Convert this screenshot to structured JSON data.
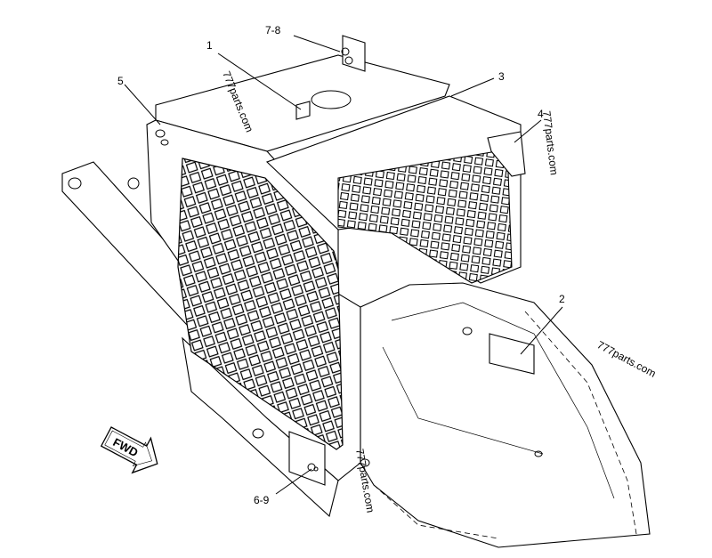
{
  "callouts": {
    "c1": "1",
    "c2": "2",
    "c3": "3",
    "c4": "4",
    "c5": "5",
    "c6_9": "6-9",
    "c7_8": "7-8"
  },
  "fwd_label": "FWD",
  "watermarks": {
    "w1": "777parts.com",
    "w2": "777parts.com",
    "w3": "777parts.com",
    "w4": "777parts.com"
  }
}
